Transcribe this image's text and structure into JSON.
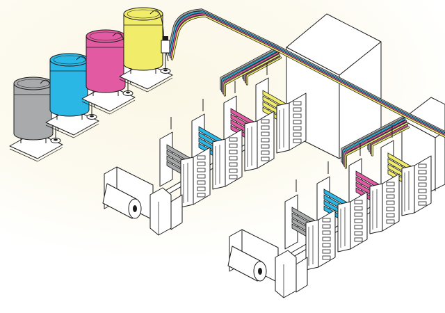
{
  "colors": {
    "gray": "#a9aaab",
    "cyan": "#2bb7e6",
    "magenta": "#e25aa2",
    "yellow": "#f1ec6a",
    "line": "#1a1a1a",
    "background_glow": "#fbf7e6"
  },
  "tanks": [
    {
      "name": "tank-gray",
      "color_key": "gray"
    },
    {
      "name": "tank-cyan",
      "color_key": "cyan"
    },
    {
      "name": "tank-magenta",
      "color_key": "magenta"
    },
    {
      "name": "tank-yellow",
      "color_key": "yellow"
    }
  ],
  "printing_lines": [
    {
      "name": "press-line-back",
      "units": [
        {
          "name": "unit-gray",
          "color_key": "gray"
        },
        {
          "name": "unit-cyan",
          "color_key": "cyan"
        },
        {
          "name": "unit-magenta",
          "color_key": "magenta"
        },
        {
          "name": "unit-yellow",
          "color_key": "yellow"
        }
      ]
    },
    {
      "name": "press-line-front",
      "units": [
        {
          "name": "unit-gray",
          "color_key": "gray"
        },
        {
          "name": "unit-cyan",
          "color_key": "cyan"
        },
        {
          "name": "unit-magenta",
          "color_key": "magenta"
        },
        {
          "name": "unit-yellow",
          "color_key": "yellow"
        }
      ]
    }
  ],
  "pipe_colors": [
    "gray",
    "cyan",
    "magenta",
    "yellow"
  ]
}
